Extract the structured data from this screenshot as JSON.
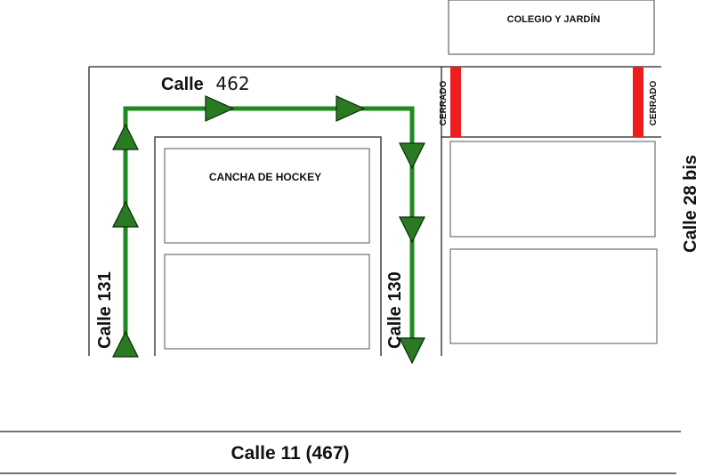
{
  "buildings": {
    "school": "COLEGIO Y JARDÍN",
    "hockey_field": "CANCHA DE HOCKEY"
  },
  "streets": {
    "calle_462_prefix": "Calle",
    "calle_462_number": "462",
    "calle_131": "Calle 131",
    "calle_130": "Calle 130",
    "calle_28bis": "Calle 28 bis",
    "calle_11": "Calle 11 (467)"
  },
  "closures": {
    "left_label": "CERRADO",
    "right_label": "CERRADO",
    "color": "#ee1c1c"
  },
  "route": {
    "color": "#1f8a1f",
    "arrow_color": "#2a7a22",
    "arrow_stroke": "#0d2a0d"
  },
  "line_color": "#222222"
}
